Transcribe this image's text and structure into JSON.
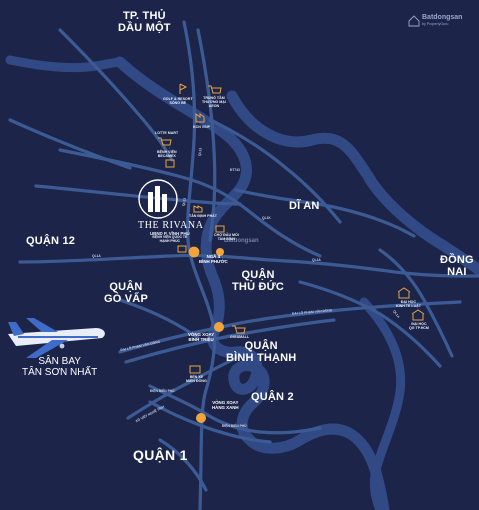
{
  "districts": {
    "thu_dau_mot_line1": "TP. THỦ",
    "thu_dau_mot_line2": "DẦU MỘT",
    "di_an": "DĨ AN",
    "quan12": "QUẬN 12",
    "dong_nai_line1": "ĐỒNG",
    "dong_nai_line2": "NAI",
    "go_vap_line1": "QUẬN",
    "go_vap_line2": "GÒ VẤP",
    "thu_duc_line1": "QUẬN",
    "thu_duc_line2": "THỦ ĐỨC",
    "binh_thanh_line1": "QUẬN",
    "binh_thanh_line2": "BÌNH THẠNH",
    "quan2": "QUẬN 2",
    "quan1": "QUẬN 1"
  },
  "project": {
    "name": "THE RIVANA",
    "sub1": "UBND P. VĨNH PHÚ",
    "sub2": "BỆNH VIỆN QUỐC TẾ",
    "sub3": "HẠNH PHÚC"
  },
  "airport": {
    "line1": "SÂN BAY",
    "line2": "TÂN SƠN NHẤT"
  },
  "poi": {
    "golf_1": "GOLF & RESORT",
    "golf_2": "SÔNG BÉ",
    "aeon_1": "TRUNG TÂM",
    "aeon_2": "THƯƠNG MẠI",
    "aeon_3": "AEON",
    "vsip": "KCN VSIP",
    "lotte": "LOTTE MART",
    "becamex_1": "BỆNH VIỆN",
    "becamex_2": "BECAMEX",
    "tan_dinh_phat": "TÂN ĐỊNH PHÁT",
    "cho_dau_moi_1": "CHỢ ĐẦU MỐI",
    "cho_dau_moi_2": "TAM BÌNH",
    "kinh_te_luat_1": "ĐẠI HỌC",
    "kinh_te_luat_2": "KINH TẾ LUẬT",
    "qg_1": "ĐẠI HỌC",
    "qg_2": "QG TP.HCM",
    "pham_van_dong": "GIGAMALL",
    "ben_xe_1": "BẾN XE",
    "ben_xe_2": "MIỀN ĐÔNG"
  },
  "nodes": {
    "nga4_1": "NGÃ 4",
    "nga4_2": "BÌNH PHƯỚC",
    "vx_binh_trieu_1": "VÒNG XOAY",
    "vx_binh_trieu_2": "BÌNH TRIỆU",
    "vx_hang_xanh_1": "VÒNG XOAY",
    "vx_hang_xanh_2": "HÀNG XANH"
  },
  "roads": {
    "ql13_a": "QL13",
    "ql13_b": "QL13",
    "ql1a_west": "QL1A",
    "ql1a_east": "QL1A",
    "ql1a_ne": "QL1A",
    "pvd_west": "ĐẠI LỘ PHẠM VĂN ĐỒNG",
    "pvd_east": "ĐẠI LỘ PHẠM VĂN ĐỒNG",
    "dbp": "ĐIỆN BIÊN PHỦ",
    "dbp2": "ĐIỆN BIÊN PHỦ",
    "xvnt": "XÔ VIẾT NGHỆ TĨNH",
    "dt743": "ĐT743",
    "ql1k": "QL1K"
  },
  "watermark": {
    "brand": "Batdongsan",
    "tag": "by PropertyGuru",
    "center": "Batdongsan"
  },
  "colors": {
    "background": "#1c2549",
    "river": "#314a86",
    "road": "#3c5b95",
    "marker": "#f2a43a",
    "icon": "#e6a444",
    "text": "#ffffff"
  }
}
